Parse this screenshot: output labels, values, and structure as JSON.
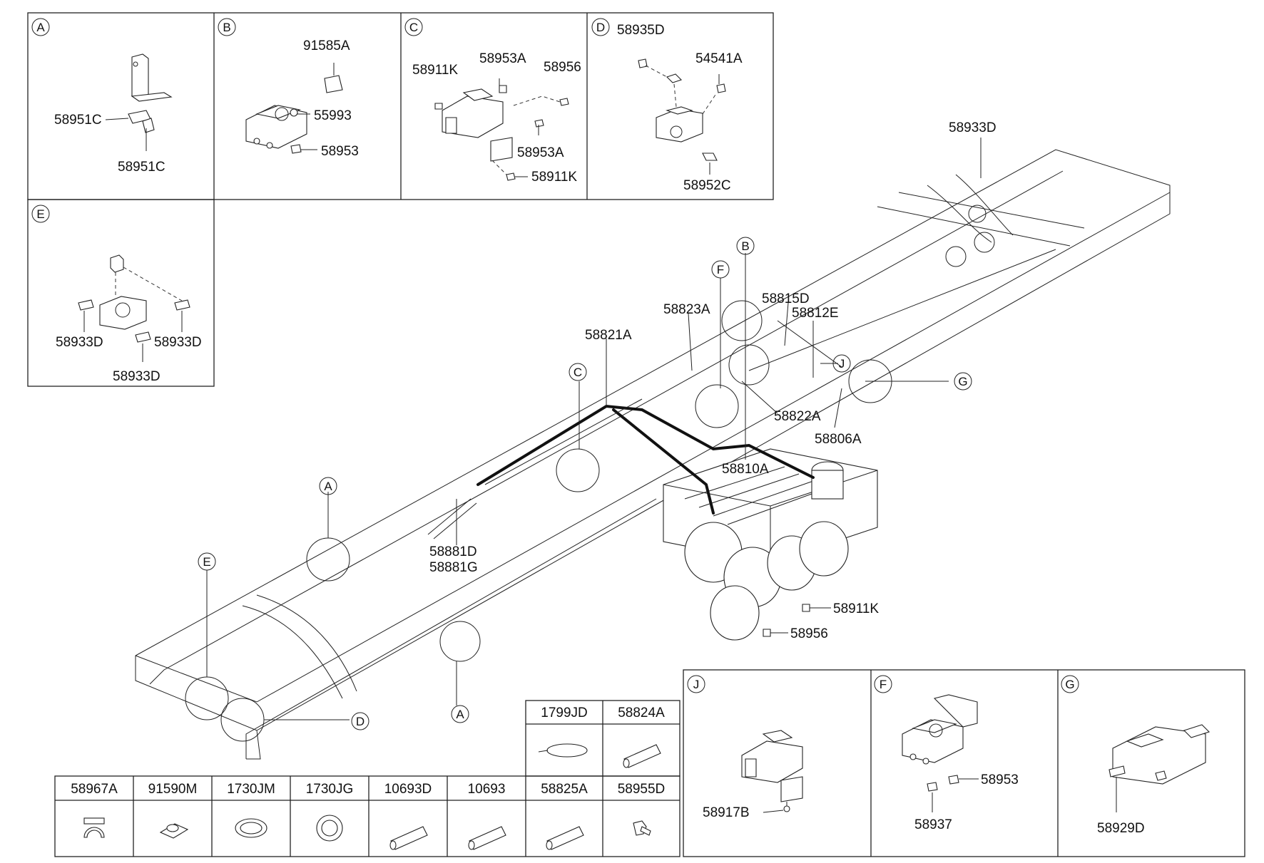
{
  "panels": {
    "A": {
      "letter": "A",
      "labels": [
        "58951C",
        "58951C"
      ]
    },
    "B": {
      "letter": "B",
      "labels": [
        "91585A",
        "55993",
        "58953"
      ]
    },
    "C": {
      "letter": "C",
      "labels": [
        "58953A",
        "58956",
        "58911K",
        "58953A",
        "58911K"
      ]
    },
    "D": {
      "letter": "D",
      "labels": [
        "58935D",
        "54541A",
        "58952C"
      ]
    },
    "E": {
      "letter": "E",
      "labels": [
        "58933D",
        "58933D",
        "58933D"
      ]
    },
    "J": {
      "letter": "J",
      "labels": [
        "58917B"
      ]
    },
    "F": {
      "letter": "F",
      "labels": [
        "58953",
        "58937"
      ]
    },
    "G": {
      "letter": "G",
      "labels": [
        "58929D"
      ]
    }
  },
  "main": {
    "callouts": [
      "58933D",
      "58815D",
      "58812E",
      "58823A",
      "58821A",
      "58822A",
      "58806A",
      "58810A",
      "58881D",
      "58881G",
      "58911K",
      "58956"
    ],
    "circle_letters": [
      "B",
      "F",
      "C",
      "J",
      "G",
      "A",
      "E",
      "A",
      "D"
    ]
  },
  "parts_table": {
    "top": [
      "1799JD",
      "58824A"
    ],
    "bottom": [
      "58967A",
      "91590M",
      "1730JM",
      "1730JG",
      "10693D",
      "10693",
      "58825A",
      "58955D"
    ]
  }
}
